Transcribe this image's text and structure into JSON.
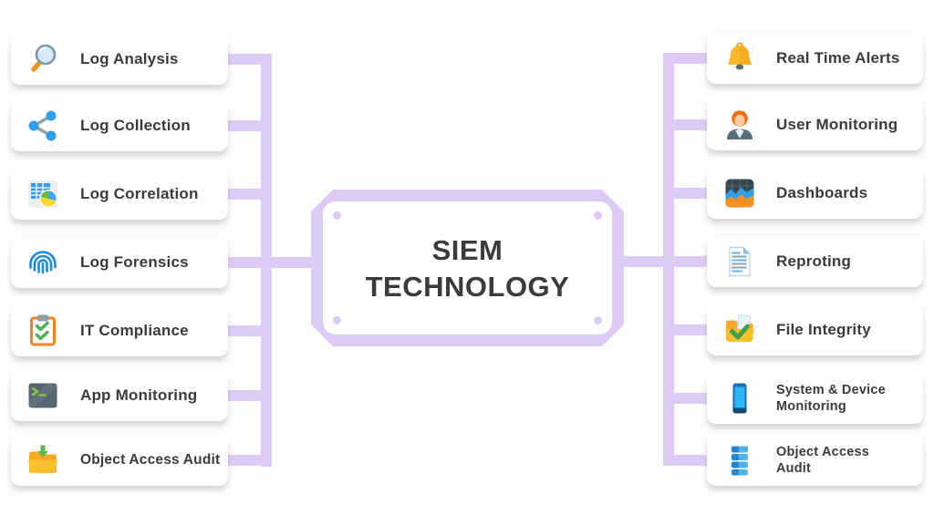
{
  "center": {
    "title_line1": "SIEM",
    "title_line2": "TECHNOLOGY"
  },
  "left_items": [
    {
      "label": "Log Analysis",
      "icon": "magnifier-icon"
    },
    {
      "label": "Log Collection",
      "icon": "share-icon"
    },
    {
      "label": "Log Correlation",
      "icon": "spreadsheet-pie-icon"
    },
    {
      "label": "Log Forensics",
      "icon": "fingerprint-icon"
    },
    {
      "label": "IT Compliance",
      "icon": "clipboard-check-icon"
    },
    {
      "label": "App Monitoring",
      "icon": "terminal-icon"
    },
    {
      "label": "Object Access Audit",
      "icon": "folder-download-icon"
    }
  ],
  "right_items": [
    {
      "label": "Real Time Alerts",
      "icon": "bell-icon"
    },
    {
      "label": "User Monitoring",
      "icon": "user-icon"
    },
    {
      "label": "Dashboards",
      "icon": "dashboard-chart-icon"
    },
    {
      "label": "Reproting",
      "icon": "report-document-icon"
    },
    {
      "label": "File Integrity",
      "icon": "folder-check-icon"
    },
    {
      "label": "System & Device\nMonitoring",
      "icon": "smartphone-icon"
    },
    {
      "label": "Object Access\nAudit",
      "icon": "database-icon"
    }
  ],
  "colors": {
    "connector": "#DDCBF6",
    "card_bg": "#FFFFFF",
    "text": "#3B3B3B",
    "background": "#FDFDFD"
  }
}
